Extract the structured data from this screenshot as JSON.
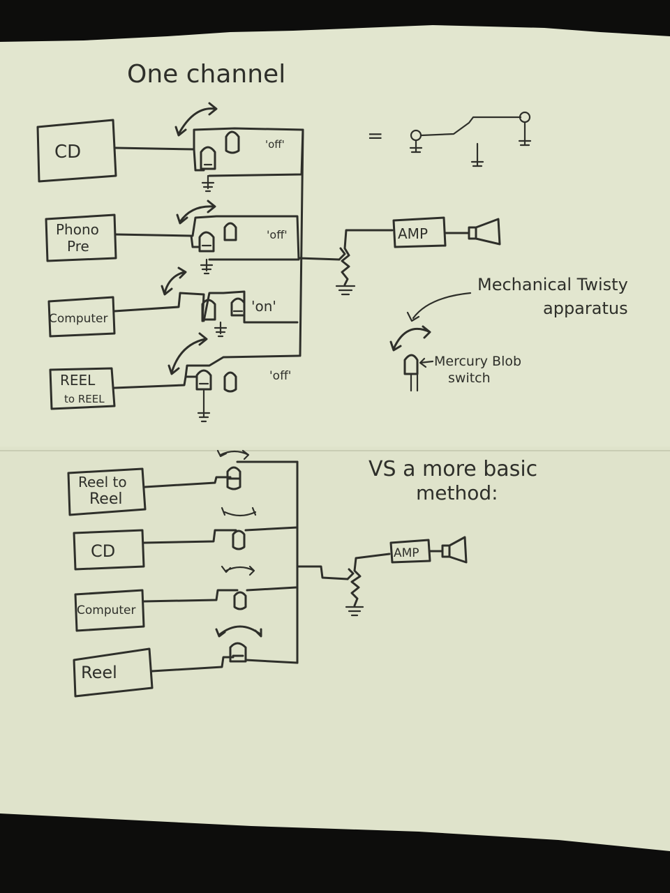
{
  "top": {
    "title": "One channel",
    "equals": "=",
    "sources": [
      {
        "line1": "CD",
        "line2": ""
      },
      {
        "line1": "Phono",
        "line2": "Pre"
      },
      {
        "line1": "Computer",
        "line2": ""
      },
      {
        "line1": "REEL",
        "line2": "to REEL"
      }
    ],
    "switch_states": [
      "'off'",
      "'off'",
      "'on'",
      "'off'"
    ],
    "amp": "AMP",
    "annotation": {
      "twisty_line1": "Mechanical Twisty",
      "twisty_line2": "apparatus",
      "blob_line1": "Mercury Blob",
      "blob_line2": "switch"
    }
  },
  "bottom": {
    "heading_line1": "VS a more basic",
    "heading_line2": "method:",
    "sources": [
      {
        "line1": "Reel to",
        "line2": "Reel"
      },
      {
        "line1": "CD",
        "line2": ""
      },
      {
        "line1": "Computer",
        "line2": ""
      },
      {
        "line1": "Reel",
        "line2": ""
      }
    ],
    "amp": "AMP"
  },
  "colors": {
    "paper": "#e2e6cf",
    "paper_lower": "#dfe3cb",
    "ink": "#2e2f2a",
    "background": "#0d0d0c"
  }
}
